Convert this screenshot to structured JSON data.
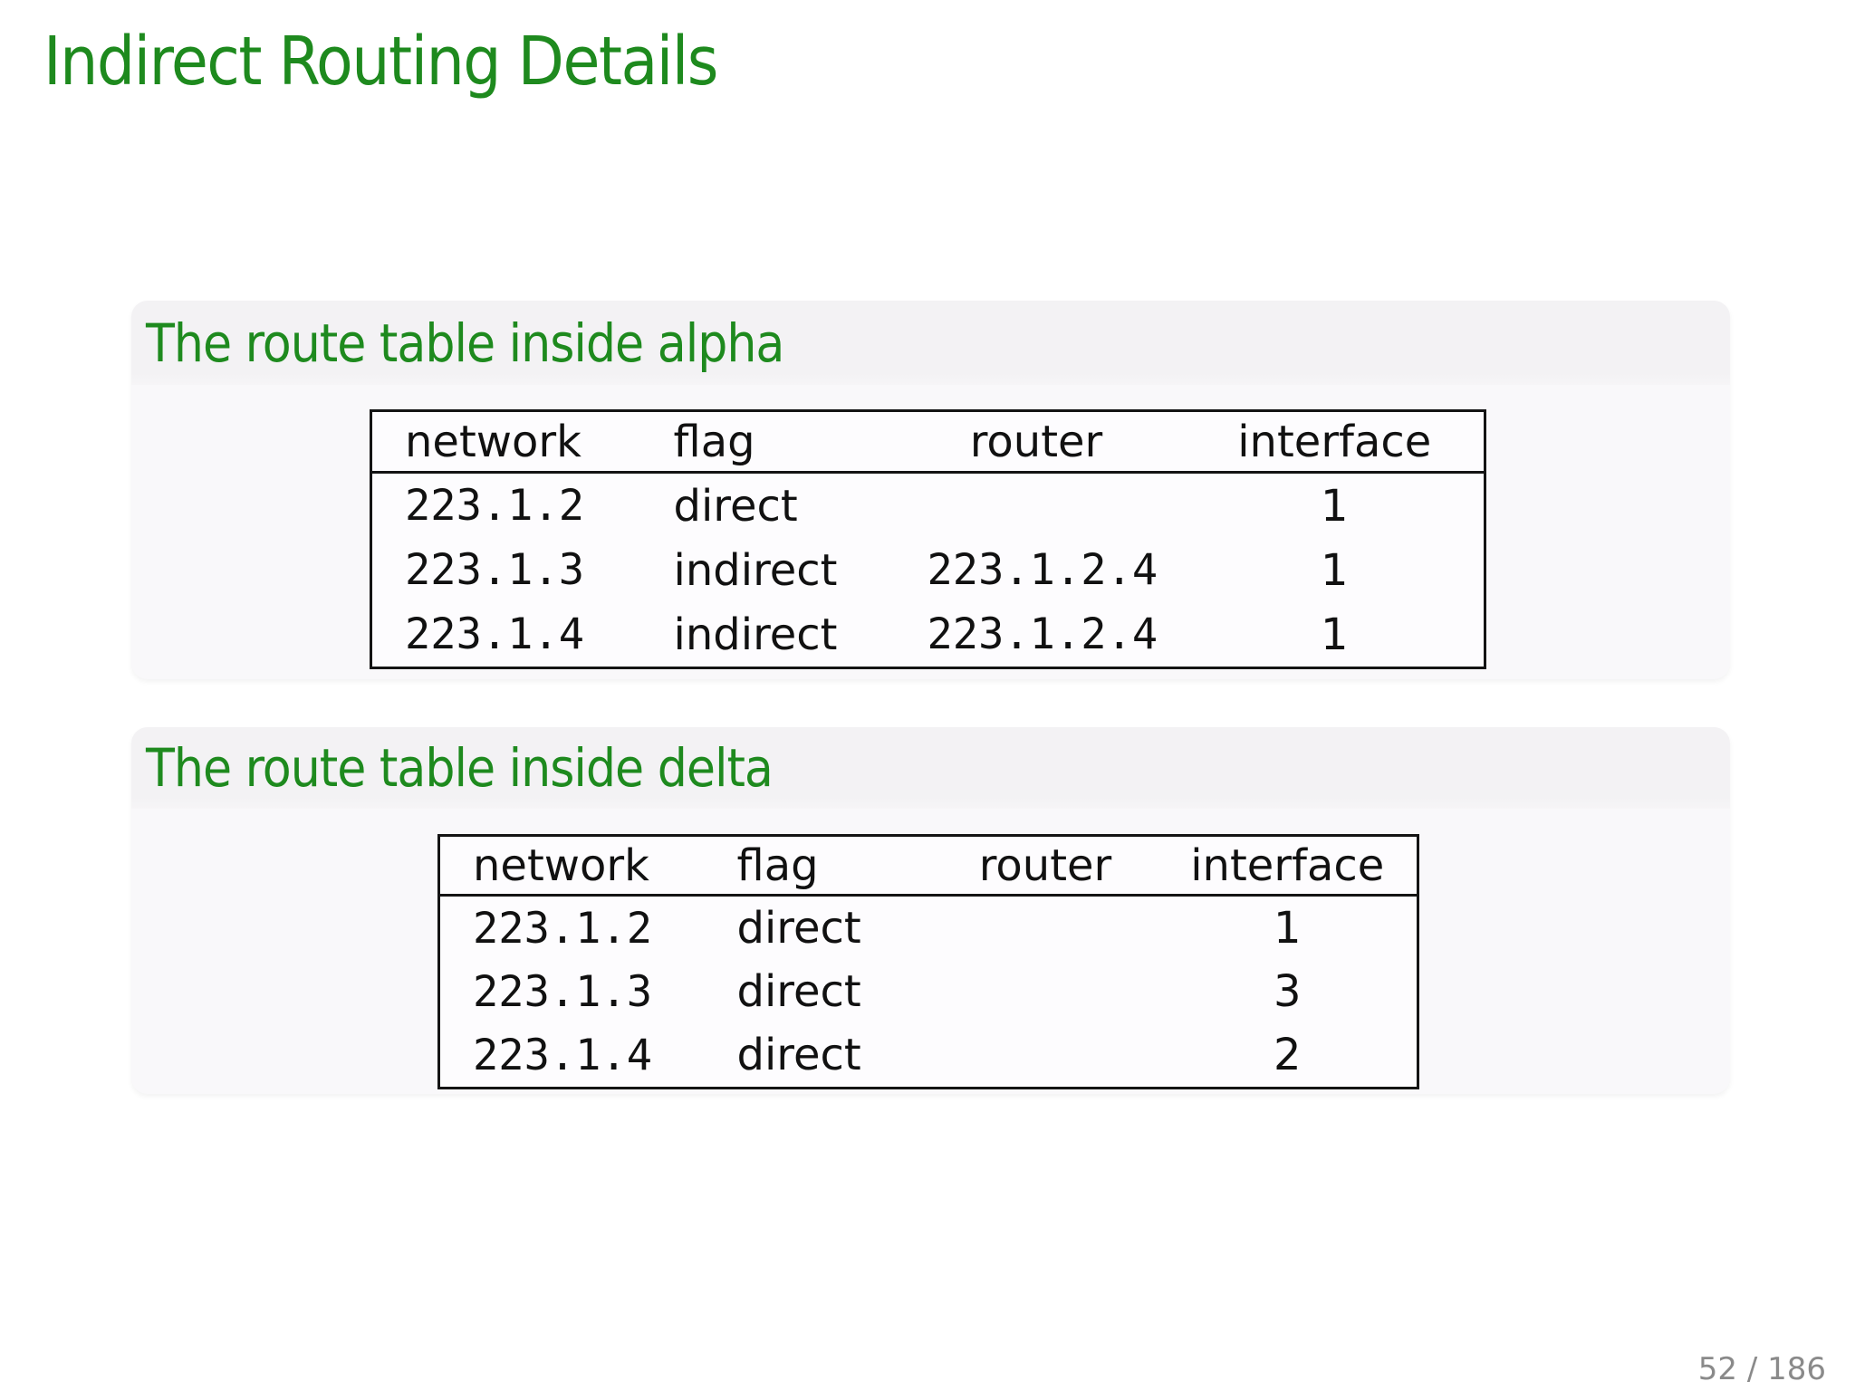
{
  "slide": {
    "title": "Indirect Routing Details",
    "page_number": "52 / 186"
  },
  "colors": {
    "accent_green": "#1e8a1e",
    "page_number_gray": "#8a8a8a",
    "block_header_bg": "#f3f2f4",
    "block_body_bg": "#f9f8fa",
    "table_border": "#141414"
  },
  "blocks": [
    {
      "heading": "The route table inside alpha",
      "table": {
        "headers": [
          "network",
          "flag",
          "router",
          "interface"
        ],
        "rows": [
          [
            "223.1.2",
            "direct",
            "",
            "1"
          ],
          [
            "223.1.3",
            "indirect",
            "223.1.2.4",
            "1"
          ],
          [
            "223.1.4",
            "indirect",
            "223.1.2.4",
            "1"
          ]
        ]
      }
    },
    {
      "heading": "The route table inside delta",
      "table": {
        "headers": [
          "network",
          "flag",
          "router",
          "interface"
        ],
        "rows": [
          [
            "223.1.2",
            "direct",
            "",
            "1"
          ],
          [
            "223.1.3",
            "direct",
            "",
            "3"
          ],
          [
            "223.1.4",
            "direct",
            "",
            "2"
          ]
        ]
      }
    }
  ]
}
